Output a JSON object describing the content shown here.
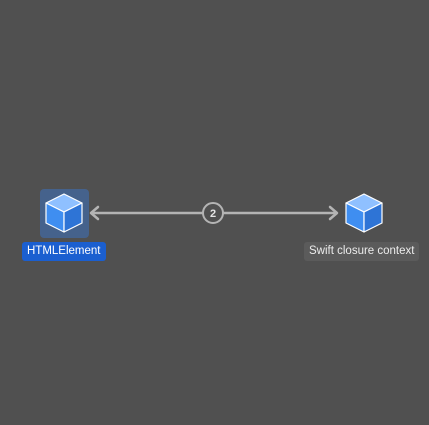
{
  "graph": {
    "nodes": [
      {
        "id": "left",
        "label": "HTMLElement",
        "selected": true,
        "icon": "cube-icon"
      },
      {
        "id": "right",
        "label": "Swift closure context",
        "selected": false,
        "icon": "cube-icon"
      }
    ],
    "edge": {
      "from": "left",
      "to": "right",
      "count_label": "2",
      "bidirectional": true
    }
  },
  "colors": {
    "background": "#505050",
    "edge": "#b4b4b4",
    "cube_front": "#3f8ef1",
    "cube_top": "#8fc0ff",
    "cube_side": "#2e74d6",
    "cube_outline": "#ffffff",
    "selection_highlight": "#45628c",
    "selected_label_bg": "#1b5fd0"
  }
}
